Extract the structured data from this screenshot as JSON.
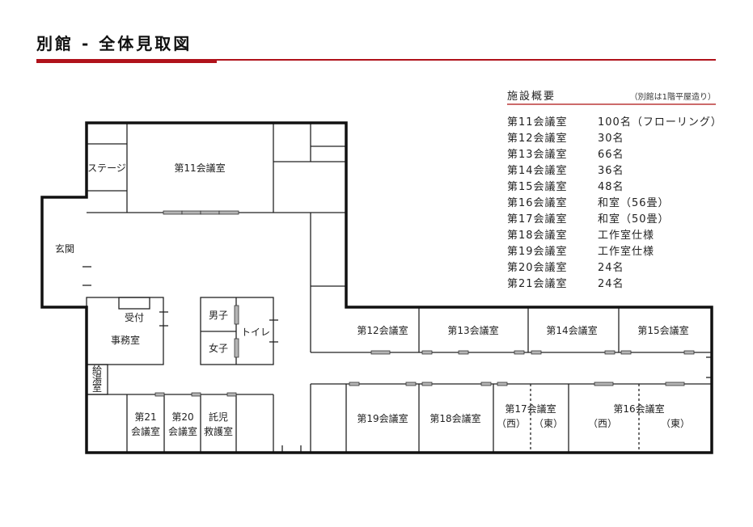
{
  "header": {
    "title": "別館 - 全体見取図"
  },
  "summary": {
    "heading": "施設概要",
    "note": "（別館は1階平屋造り）",
    "rows": [
      {
        "name": "第11会議室",
        "value": "100名（フローリング）"
      },
      {
        "name": "第12会議室",
        "value": "30名"
      },
      {
        "name": "第13会議室",
        "value": "66名"
      },
      {
        "name": "第14会議室",
        "value": "36名"
      },
      {
        "name": "第15会議室",
        "value": "48名"
      },
      {
        "name": "第16会議室",
        "value": "和室（56畳）"
      },
      {
        "name": "第17会議室",
        "value": "和室（50畳）"
      },
      {
        "name": "第18会議室",
        "value": "工作室仕様"
      },
      {
        "name": "第19会議室",
        "value": "工作室仕様"
      },
      {
        "name": "第20会議室",
        "value": "24名"
      },
      {
        "name": "第21会議室",
        "value": "24名"
      }
    ]
  },
  "plan": {
    "stage": "ステージ",
    "room11": "第11会議室",
    "entrance": "玄関",
    "reception": "受付",
    "office": "事務室",
    "kitchen": [
      "給",
      "湯",
      "室"
    ],
    "men": "男子",
    "women": "女子",
    "toilet": "トイレ",
    "room21": [
      "第21",
      "会議室"
    ],
    "room20": [
      "第20",
      "会議室"
    ],
    "childcare": [
      "託児",
      "救護室"
    ],
    "room12": "第12会議室",
    "room13": "第13会議室",
    "room14": "第14会議室",
    "room15": "第15会議室",
    "room19": "第19会議室",
    "room18": "第18会議室",
    "room17": "第17会議室",
    "room16": "第16会議室",
    "west": "（西）",
    "east": "（東）"
  },
  "colors": {
    "accent": "#b0121b",
    "summary_rule": "#cc6a6a",
    "door": "#aaaaaa"
  }
}
